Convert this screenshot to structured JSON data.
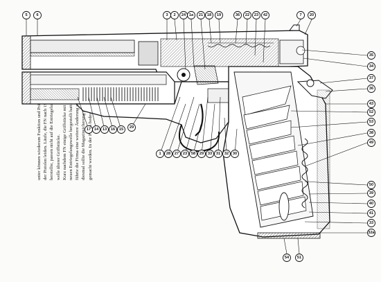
{
  "page_text": {
    "lines": [
      "unter können wiederum Funktion und Präzision",
      "der Pistolen leiden. Läufe, die FN nach 1950",
      "herstellte, passen nicht auf die Entriegelungs-",
      "welle älterer Griffstücke.",
      "Kurz nachdem FN einige Griffstücke mit der",
      "neuen Entriegelungswelle hergestellt hatte,",
      "führte die Firma eine weitere Änderung ein -",
      "diesmal sollte die Magazinsicherung günstiger",
      "gemacht werden. In der Praxis bedeutete dies,"
    ]
  },
  "callouts": {
    "top": [
      "5",
      "6",
      "3",
      "2",
      "24",
      "1a",
      "21",
      "18",
      "19",
      "36",
      "22",
      "23",
      "42",
      "7",
      "20"
    ],
    "right": [
      "35",
      "34",
      "37",
      "36",
      "43",
      "52",
      "53",
      "38",
      "49",
      "50",
      "39",
      "40",
      "41",
      "33",
      "32a"
    ],
    "lower_left": [
      "17",
      "14",
      "13",
      "16",
      "15",
      "29"
    ],
    "lower_mid": [
      "1",
      "28",
      "27",
      "23",
      "58",
      "29",
      "33",
      "31",
      "32",
      "30"
    ],
    "bottom": [
      "54",
      "51"
    ]
  }
}
